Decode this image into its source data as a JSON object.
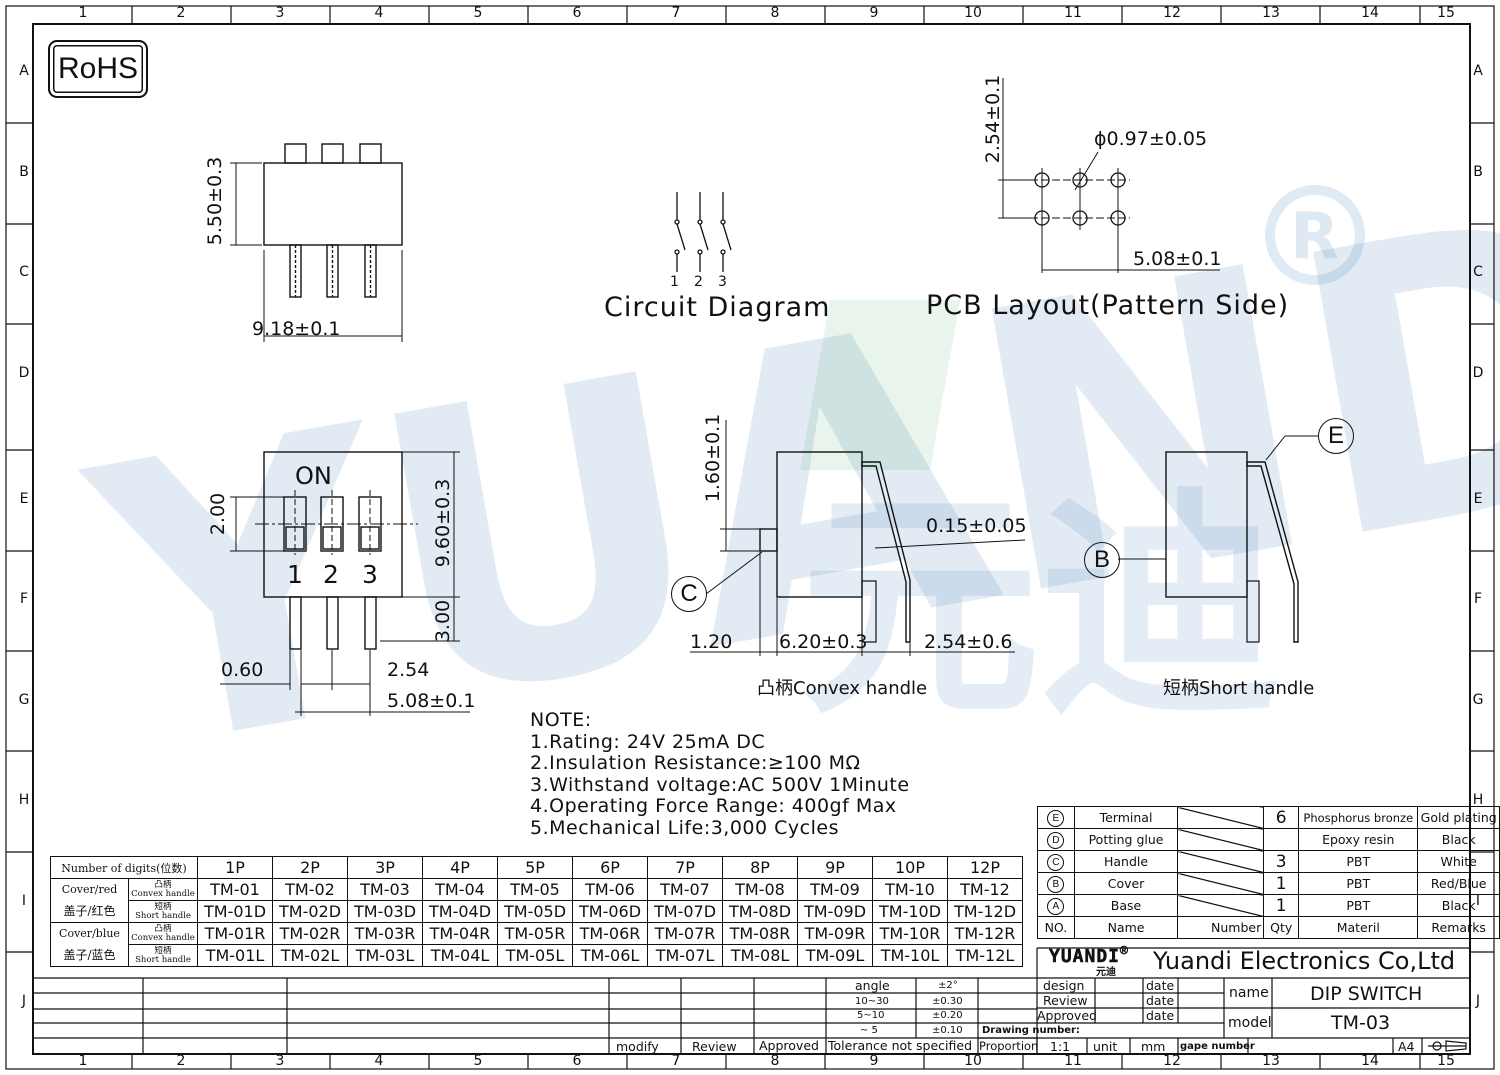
{
  "grid": {
    "cols": [
      "1",
      "2",
      "3",
      "4",
      "5",
      "6",
      "7",
      "8",
      "9",
      "10",
      "11",
      "12",
      "13",
      "14",
      "15"
    ],
    "rows": [
      "A",
      "B",
      "C",
      "D",
      "E",
      "F",
      "G",
      "H",
      "I",
      "J"
    ]
  },
  "watermark": {
    "text": "YUANDI",
    "reg": "®",
    "cn": "元迪"
  },
  "rohs": "RoHS",
  "top_view": {
    "height": "5.50±0.3",
    "width": "9.18±0.1"
  },
  "circuit": {
    "pins": [
      "1",
      "2",
      "3"
    ],
    "title": "Circuit  Diagram"
  },
  "pcb": {
    "pitch_v": "2.54±0.1",
    "hole": "ϕ0.97±0.05",
    "pitch_h": "5.08±0.1",
    "title": "PCB  Layout(Pattern  Side)"
  },
  "front_view": {
    "on": "ON",
    "switch_numbers": [
      "1",
      "2",
      "3"
    ],
    "actuator": "2.00",
    "height": "9.60±0.3",
    "pin_len": "3.00",
    "pin_w": "0.60",
    "pitch": "2.54",
    "span": "5.08±0.1"
  },
  "side_convex": {
    "handle_h": "1.60±0.1",
    "thickness": "0.15±0.05",
    "letter": "C",
    "dim1": "1.20",
    "dim2": "6.20±0.3",
    "dim3": "2.54±0.6",
    "caption": "凸柄Convex  handle"
  },
  "side_short": {
    "letter_b": "B",
    "letter_e": "E",
    "caption": "短柄Short  handle"
  },
  "notes": [
    "NOTE:",
    "1.Rating: 24V 25mA DC",
    "2.Insulation Resistance:≥100 MΩ",
    "3.Withstand voltage:AC 500V 1Minute",
    "4.Operating Force Range: 400gf Max",
    "5.Mechanical Life:3,000 Cycles"
  ],
  "code_table": {
    "corner": "Number of digits(位数)",
    "headers": [
      "1P",
      "2P",
      "3P",
      "4P",
      "5P",
      "6P",
      "7P",
      "8P",
      "9P",
      "10P",
      "12P"
    ],
    "group1": "Cover/red",
    "group1_cn": "盖子/红色",
    "group2": "Cover/blue",
    "group2_cn": "盖子/蓝色",
    "h_convex_cn": "凸柄",
    "h_convex": "Convex handle",
    "h_short_cn": "短柄",
    "h_short": "Short handle",
    "rows": [
      [
        "TM-01",
        "TM-02",
        "TM-03",
        "TM-04",
        "TM-05",
        "TM-06",
        "TM-07",
        "TM-08",
        "TM-09",
        "TM-10",
        "TM-12"
      ],
      [
        "TM-01D",
        "TM-02D",
        "TM-03D",
        "TM-04D",
        "TM-05D",
        "TM-06D",
        "TM-07D",
        "TM-08D",
        "TM-09D",
        "TM-10D",
        "TM-12D"
      ],
      [
        "TM-01R",
        "TM-02R",
        "TM-03R",
        "TM-04R",
        "TM-05R",
        "TM-06R",
        "TM-07R",
        "TM-08R",
        "TM-09R",
        "TM-10R",
        "TM-12R"
      ],
      [
        "TM-01L",
        "TM-02L",
        "TM-03L",
        "TM-04L",
        "TM-05L",
        "TM-06L",
        "TM-07L",
        "TM-08L",
        "TM-09L",
        "TM-10L",
        "TM-12L"
      ]
    ]
  },
  "bom": {
    "rows": [
      {
        "no": "E",
        "name": "Terminal",
        "qty": "6",
        "material": "Phosphorus bronze",
        "remarks": "Gold plating"
      },
      {
        "no": "D",
        "name": "Potting glue",
        "qty": "",
        "material": "Epoxy resin",
        "remarks": "Black"
      },
      {
        "no": "C",
        "name": "Handle",
        "qty": "3",
        "material": "PBT",
        "remarks": "White"
      },
      {
        "no": "B",
        "name": "Cover",
        "qty": "1",
        "material": "PBT",
        "remarks": "Red/Blue"
      },
      {
        "no": "A",
        "name": "Base",
        "qty": "1",
        "material": "PBT",
        "remarks": "Black"
      }
    ],
    "header": {
      "no": "NO.",
      "name": "Name",
      "number": "Number",
      "qty": "Qty",
      "material": "Materil",
      "remarks": "Remarks"
    }
  },
  "company": {
    "logo": "YUANDI",
    "reg": "®",
    "logo_cn": "元迪",
    "name": "Yuandi Electronics Co,Ltd"
  },
  "title_block": {
    "modify": "modify",
    "review": "Review",
    "approved": "Approved",
    "tolerance": "Tolerance  not  specified",
    "tol_rows": [
      [
        "angle",
        "±2°"
      ],
      [
        "10~30",
        "±0.30"
      ],
      [
        "5~10",
        "±0.20"
      ],
      [
        "~ 5",
        "±0.10"
      ]
    ],
    "design": "design",
    "review2": "Review",
    "approved2": "Approved",
    "date": "date",
    "drawing_number": "Drawing number:",
    "proportion": "Proportion",
    "scale": "1:1",
    "unit": "unit",
    "unit_val": "mm",
    "page_number": "gape number",
    "name_label": "name",
    "name_val": "DIP  SWITCH",
    "model_label": "model",
    "model_val": "TM-03",
    "size": "A4"
  }
}
